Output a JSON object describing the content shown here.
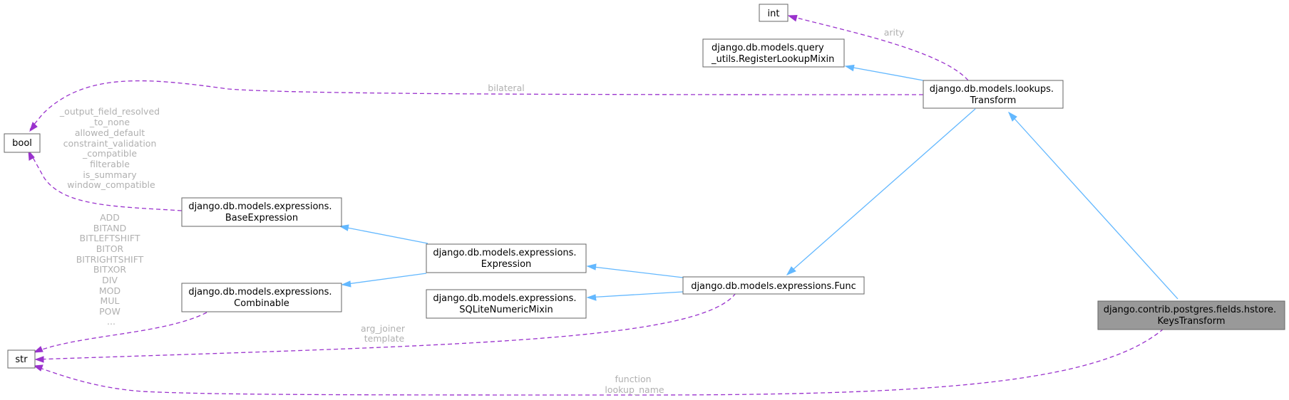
{
  "nodes": {
    "int": {
      "lines": [
        "int"
      ]
    },
    "bool": {
      "lines": [
        "bool"
      ]
    },
    "str": {
      "lines": [
        "str"
      ]
    },
    "register_lookup_mixin": {
      "lines": [
        "django.db.models.query",
        "_utils.RegisterLookupMixin"
      ]
    },
    "transform": {
      "lines": [
        "django.db.models.lookups.",
        "Transform"
      ]
    },
    "base_expression": {
      "lines": [
        "django.db.models.expressions.",
        "BaseExpression"
      ]
    },
    "expression": {
      "lines": [
        "django.db.models.expressions.",
        "Expression"
      ]
    },
    "combinable": {
      "lines": [
        "django.db.models.expressions.",
        "Combinable"
      ]
    },
    "sqlite_numeric_mixin": {
      "lines": [
        "django.db.models.expressions.",
        "SQLiteNumericMixin"
      ]
    },
    "func": {
      "lines": [
        "django.db.models.expressions.Func"
      ]
    },
    "keys_transform": {
      "lines": [
        "django.contrib.postgres.fields.hstore.",
        "KeysTransform"
      ]
    }
  },
  "edge_labels": {
    "arity": [
      "arity"
    ],
    "bilateral": [
      "bilateral"
    ],
    "base_expression_bool": [
      "_output_field_resolved",
      "_to_none",
      "allowed_default",
      "constraint_validation",
      "_compatible",
      "filterable",
      "is_summary",
      "window_compatible"
    ],
    "combinable_str": [
      "ADD",
      "BITAND",
      "BITLEFTSHIFT",
      "BITOR",
      "BITRIGHTSHIFT",
      "BITXOR",
      "DIV",
      "MOD",
      "MUL",
      "POW",
      "..."
    ],
    "func_str": [
      "arg_joiner",
      "template"
    ],
    "keys_transform_str": [
      "function",
      "lookup_name"
    ]
  },
  "colors": {
    "inheritance_edge": "#63b8ff",
    "usage_edge": "#9a32cd",
    "label_text": "#b0b0b0",
    "node_border": "#666666",
    "highlight_fill": "#999999"
  }
}
